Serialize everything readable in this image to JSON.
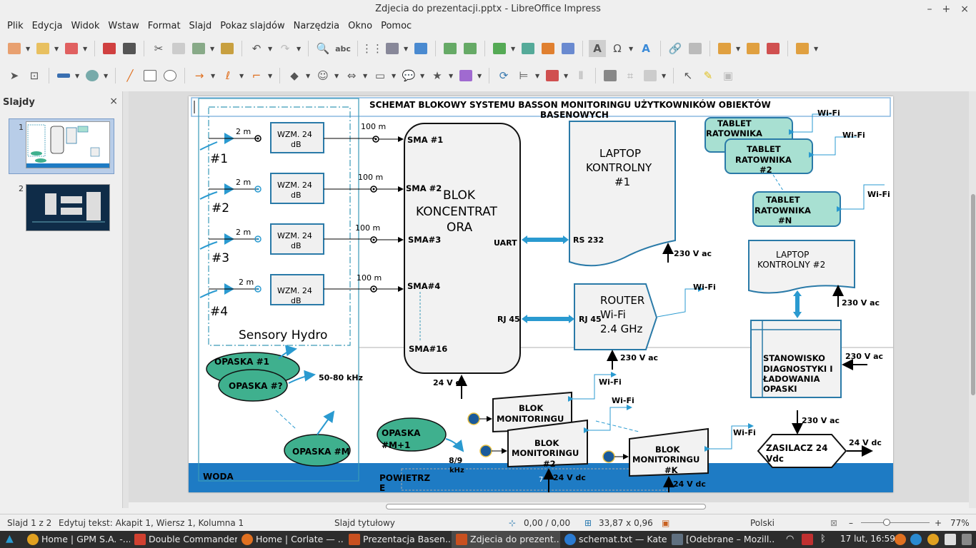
{
  "window": {
    "title": "Zdjecia do prezentacji.pptx - LibreOffice Impress"
  },
  "menu": [
    "Plik",
    "Edycja",
    "Widok",
    "Wstaw",
    "Format",
    "Slajd",
    "Pokaz slajdów",
    "Narzędzia",
    "Okno",
    "Pomoc"
  ],
  "slides_panel": {
    "title": "Slajdy",
    "close": "×",
    "slide1": "1",
    "slide2": "2"
  },
  "slide": {
    "title_line1": "SCHEMAT BLOKOWY SYSTEMU BASSON MONITORINGU UŻYTKOWNIKÓW OBIEKTÓW",
    "title_line2": "BASENOWYCH",
    "sensors_label": "Sensory Hydro",
    "sensor_ids": [
      "#1",
      "#2",
      "#3",
      "#4"
    ],
    "cable_2m": "2 m",
    "amp_label_1": "WZM. 24",
    "amp_label_2": "dB",
    "cable_100m": "100 m",
    "sma_labels": [
      "SMA #1",
      "SMA #2",
      "SMA#3",
      "SMA#4",
      "SMA#16"
    ],
    "concentrator_1": "BLOK",
    "concentrator_2": "KONCENTRAT",
    "concentrator_3": "ORA",
    "uart": "UART",
    "rj45_left": "RJ 45",
    "rj45_right": "RJ 45",
    "rs232": "RS 232",
    "conc_power": "24 V dc",
    "laptop1_1": "LAPTOP",
    "laptop1_2": "KONTROLNY",
    "laptop1_3": "#1",
    "power_230": "230 V ac",
    "router_1": "ROUTER",
    "router_2": "Wi-Fi",
    "router_3": "2.4 GHz",
    "wifi": "Wi-Fi",
    "tablet1_1": "TABLET",
    "tablet1_2": "RATOWNIKA",
    "tablet1_3": "#1",
    "tablet2_1": "TABLET",
    "tablet2_2": "RATOWNIKA",
    "tablet2_3": "#2",
    "tabletN_1": "TABLET",
    "tabletN_2": "RATOWNIKA",
    "tabletN_3": "#N",
    "laptop2_1": "LAPTOP",
    "laptop2_2": "KONTROLNY #2",
    "station_1": "STANOWISKO",
    "station_2": "DIAGNOSTYKI I",
    "station_3": "ŁADOWANIA",
    "station_4": "OPASKI",
    "psu_1": "ZASILACZ 24",
    "psu_2": "Vdc",
    "psu_out": "24 V dc",
    "band1": "OPASKA  #1",
    "band2": "OPASKA  #?",
    "bandM": "OPASKA  #M",
    "bandM1_1": "OPASKA",
    "bandM1_2": "#M+1",
    "freq1": "50-80 kHz",
    "freq2_1": "8/9",
    "freq2_2": "kHz",
    "mon1_1": "BLOK",
    "mon1_2": "MONITORINGU",
    "mon2_1": "BLOK",
    "mon2_2": "MONITORINGU",
    "mon2_3": "#2",
    "monK_1": "BLOK",
    "monK_2": "MONITORINGU",
    "monK_3": "#K",
    "water": "WODA",
    "air_1": "POWIETRZ",
    "air_2": "E",
    "small_7": "7"
  },
  "status": {
    "slide": "Slajd 1 z 2",
    "edit": "Edytuj tekst: Akapit 1, Wiersz 1, Kolumna 1",
    "layout": "Slajd tytułowy",
    "position": "0,00 / 0,00",
    "size": "33,87 x 0,96",
    "language": "Polski",
    "zoom": "77%"
  },
  "taskbar": [
    "Home | GPM S.A. -...",
    "Double Commander",
    "Home | Corlate — ...",
    "Prezentacja Basen...",
    "Zdjecia do prezent...",
    "schemat.txt  — Kate",
    "[Odebrane – Mozill..."
  ],
  "clock": "17 lut, 16:59",
  "colors": {
    "teal": "#3fb08e",
    "light_teal": "#a8e0d2",
    "border_blue": "#2a7aa8",
    "water": "#1e7bc4",
    "arrow_blue": "#1f9dd9"
  }
}
